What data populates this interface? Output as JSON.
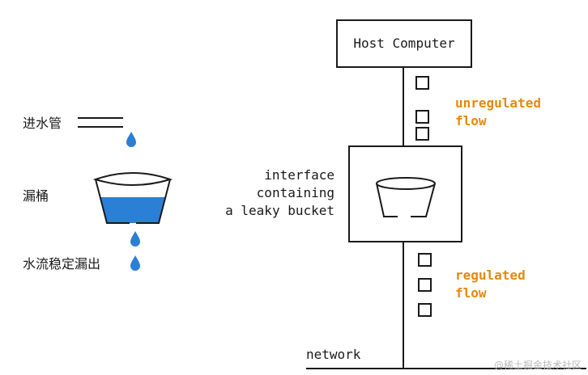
{
  "left": {
    "pipe_label": "进水管",
    "bucket_label": "漏桶",
    "outflow_label": "水流稳定漏出",
    "water_color": "#2b7fd4"
  },
  "right": {
    "host_label": "Host Computer",
    "interface_label_lines": [
      "interface",
      "containing",
      "a leaky bucket"
    ],
    "unregulated_lines": [
      "unregulated",
      "flow"
    ],
    "regulated_lines": [
      "regulated",
      "flow"
    ],
    "network_label": "network",
    "accent_color": "#e58a0b"
  },
  "watermark": "@稀土掘金技术社区"
}
